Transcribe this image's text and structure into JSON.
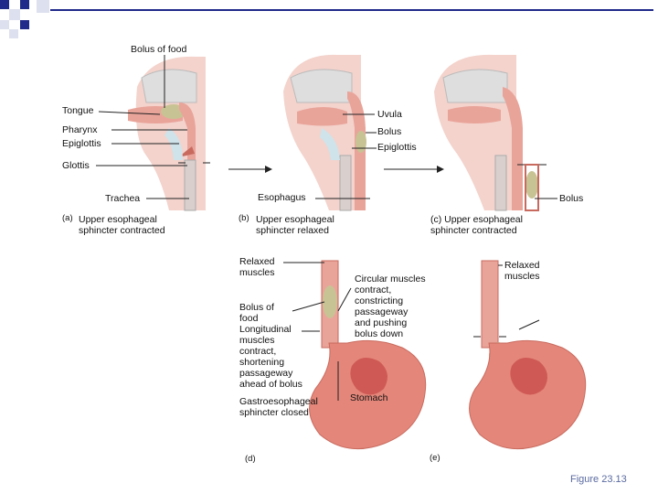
{
  "labels": {
    "bolus_of_food": "Bolus of food",
    "tongue": "Tongue",
    "pharynx": "Pharynx",
    "epiglottis": "Epiglottis",
    "glottis": "Glottis",
    "trachea": "Trachea",
    "uvula": "Uvula",
    "bolus_b": "Bolus",
    "epiglottis_b": "Epiglottis",
    "esophagus": "Esophagus",
    "bolus_c": "Bolus",
    "panel_a": "(a)",
    "upper_sphincter_contracted_a": "Upper esophageal\nsphincter contracted",
    "panel_b": "(b)",
    "upper_sphincter_relaxed": "Upper esophageal\nsphincter relaxed",
    "upper_sphincter_contracted_c": "(c) Upper esophageal\nsphincter contracted",
    "relaxed_muscles_d": "Relaxed\nmuscles",
    "bolus_of_food_d": "Bolus of\nfood",
    "longitudinal_muscles": "Longitudinal\nmuscles\ncontract,\nshortening\npassageway\nahead of bolus",
    "gastroesophageal_closed": "Gastroesophageal\nsphincter closed",
    "circular_muscles": "Circular muscles\ncontract,\nconstricting\npassageway\nand pushing\nbolus down",
    "stomach": "Stomach",
    "relaxed_muscles_e": "Relaxed\nmuscles",
    "panel_d": "(d)",
    "panel_e": "(e)",
    "figure": "Figure 23.13"
  },
  "colors": {
    "corner_blue": "#1f2a8a",
    "tissue_pink": "#e9a49a",
    "tissue_dark": "#c96a5e",
    "stomach": "#e4877a",
    "stomach_inner": "#cf5a55",
    "bolus": "#c8c394",
    "bone": "#dedede",
    "figure_text": "#5a6aa0"
  }
}
